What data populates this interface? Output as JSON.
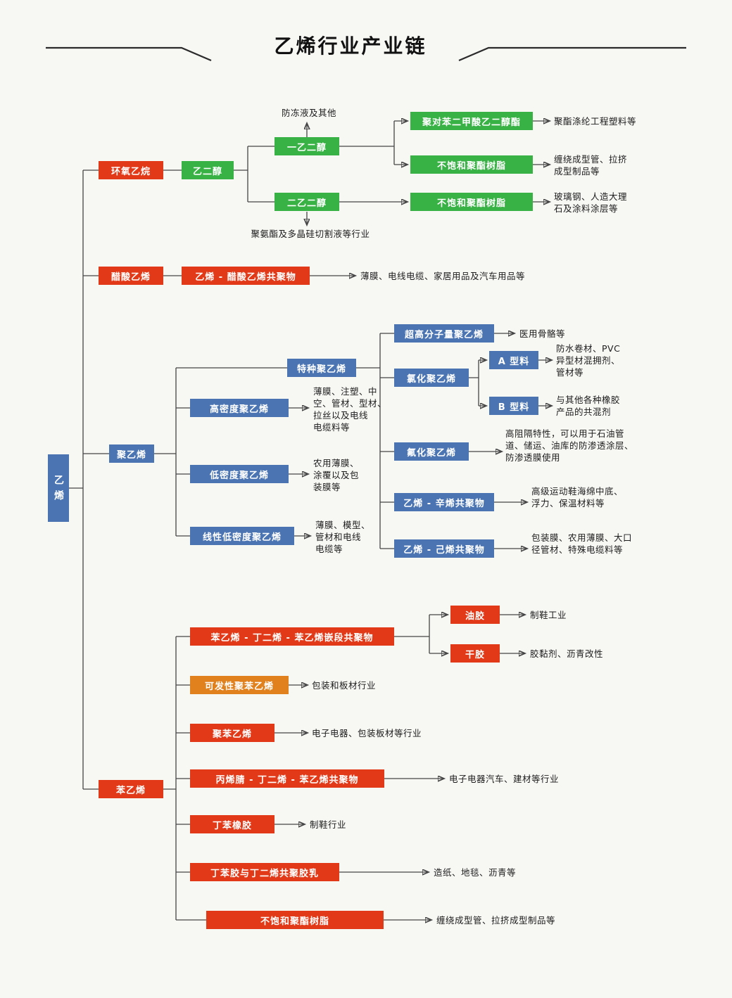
{
  "title": "乙烯行业产业链",
  "colors": {
    "blue": "#4a74b2",
    "green": "#38b244",
    "red": "#e23a18",
    "orange": "#e0811e",
    "bg": "#f7f7f4"
  },
  "nodes": {
    "root": "乙烯",
    "eo": "环氧乙烷",
    "eg": "乙二醇",
    "meg": "一乙二醇",
    "deg": "二乙二醇",
    "pet": "聚对苯二甲酸乙二醇酯",
    "upr1": "不饱和聚酯树脂",
    "upr2": "不饱和聚酯树脂",
    "va": "醋酸乙烯",
    "eva": "乙烯 - 醋酸乙烯共聚物",
    "pe": "聚乙烯",
    "spe": "特种聚乙烯",
    "hdpe": "高密度聚乙烯",
    "ldpe": "低密度聚乙烯",
    "lldpe": "线性低密度聚乙烯",
    "uhmwpe": "超高分子量聚乙烯",
    "cpe": "氯化聚乙烯",
    "atype": "A 型料",
    "btype": "B 型料",
    "fpe": "氟化聚乙烯",
    "eoc": "乙烯 - 辛烯共聚物",
    "ehc": "乙烯 - 己烯共聚物",
    "st": "苯乙烯",
    "sbs": "苯乙烯 - 丁二烯 - 苯乙烯嵌段共聚物",
    "oil": "油胶",
    "dry": "干胶",
    "eps": "可发性聚苯乙烯",
    "ps": "聚苯乙烯",
    "abs": "丙烯腈 - 丁二烯 - 苯乙烯共聚物",
    "sbr": "丁苯橡胶",
    "latex": "丁苯胶与丁二烯共聚胶乳",
    "upr3": "不饱和聚酯树脂"
  },
  "labels": {
    "antifreeze": "防冻液及其他",
    "polyurethane": "聚氨酯及多晶硅切割液等行业",
    "pet_out": "聚酯涤纶工程塑料等",
    "upr1_out": "缠绕成型管、拉挤\n成型制品等",
    "upr2_out": "玻璃钢、人造大理\n石及涂料涂层等",
    "eva_out": "薄膜、电线电缆、家居用品及汽车用品等",
    "uhmwpe_out": "医用骨骼等",
    "atype_out": "防水卷材、PVC\n异型材混拥剂、\n管材等",
    "btype_out": "与其他各种橡胶\n产品的共混剂",
    "fpe_out": "高阻隔特性，可以用于石油管\n道、储运、油库的防渗透涂层、\n防渗透膜使用",
    "eoc_out": "高级运动鞋海绵中底、\n浮力、保温材料等",
    "ehc_out": "包装膜、农用薄膜、大口\n径管材、特殊电缆料等",
    "hdpe_out": "薄膜、注塑、中\n空、管材、型材、\n拉丝以及电线\n电缆料等",
    "ldpe_out": "农用薄膜、\n涂覆以及包\n装膜等",
    "lldpe_out": "薄膜、模型、\n管材和电线\n电缆等",
    "oil_out": "制鞋工业",
    "dry_out": "胶黏剂、沥青改性",
    "eps_out": "包装和板材行业",
    "ps_out": "电子电器、包装板材等行业",
    "abs_out": "电子电器汽车、建材等行业",
    "sbr_out": "制鞋行业",
    "latex_out": "造纸、地毯、沥青等",
    "upr3_out": "缠绕成型管、拉挤成型制品等"
  }
}
